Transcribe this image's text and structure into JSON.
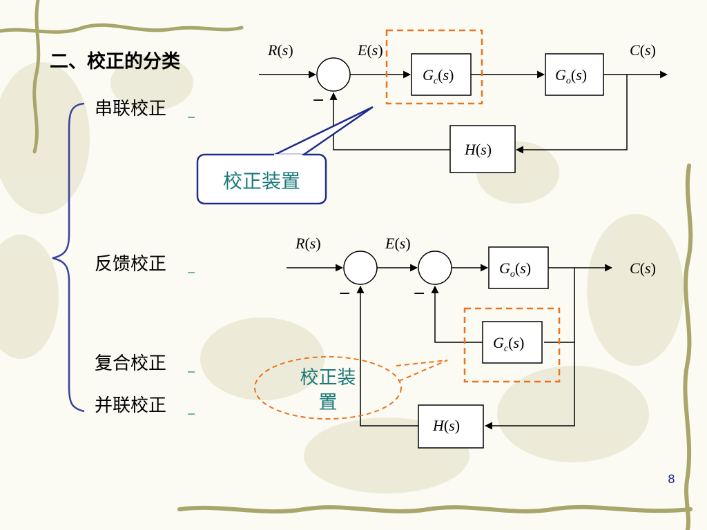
{
  "slide": {
    "heading": "二、校正的分类",
    "page_number": "8",
    "categories": [
      "串联校正",
      "反馈校正",
      "复合校正",
      "并联校正"
    ],
    "link_placeholder": " "
  },
  "symbols": {
    "R": "R",
    "E": "E",
    "C": "C",
    "G": "G",
    "H": "H",
    "s": "s",
    "sub_c": "c",
    "sub_o": "o",
    "lparen": "(",
    "rparen": ")",
    "minus": "−"
  },
  "series_diagram": {
    "callout_label": "校正装置"
  },
  "feedback_diagram": {
    "callout_line1": "校正装",
    "callout_line2": "置"
  },
  "colors": {
    "accent_orange": "#e8741e",
    "callout_blue": "#1f2a8c",
    "callout_text": "#1a7a7a",
    "brace": "#3b3f9a",
    "vine": "#a8a66a"
  }
}
